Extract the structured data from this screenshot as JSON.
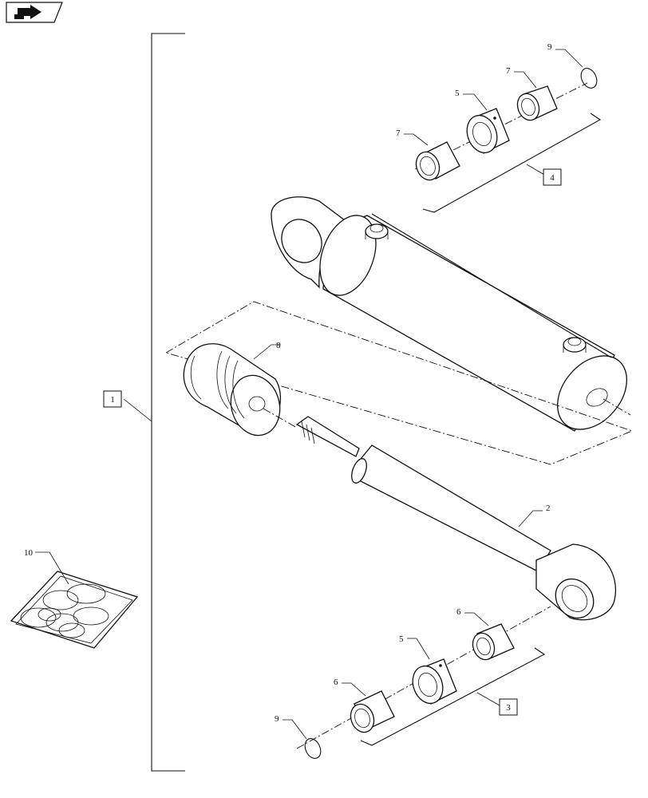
{
  "nav": {
    "icon": "next-page-arrow-icon"
  },
  "callouts": {
    "c10": "10",
    "c9_top": "9",
    "c7_top": "7",
    "c5_top": "5",
    "c7_mid": "7",
    "c8": "8",
    "c2": "2",
    "c6_right": "6",
    "c5_bot": "5",
    "c6_left": "6",
    "c9_bot": "9"
  },
  "boxes": {
    "b1": "1",
    "b4": "4",
    "b3": "3"
  }
}
